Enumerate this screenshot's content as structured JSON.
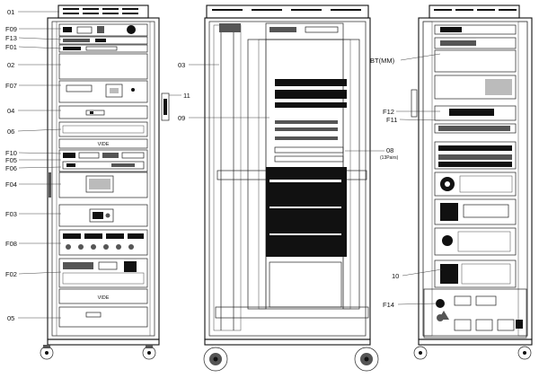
{
  "front_view": {
    "callouts": [
      "01",
      "F09",
      "F13",
      "F01",
      "02",
      "F07",
      "04",
      "06",
      "F10",
      "F05",
      "F06",
      "F04",
      "F03",
      "F08",
      "F02",
      "05"
    ],
    "panel_text_upper": "VIDE",
    "panel_text_lower": "VIDE"
  },
  "side_view": {
    "callouts": [
      "11",
      "03",
      "09",
      "08"
    ],
    "callout_08_note": "(13Pairs)"
  },
  "rear_view": {
    "callouts": [
      "BT(MM)",
      "F12",
      "F11",
      "10",
      "F14"
    ]
  },
  "colors": {
    "line": "#222222",
    "background": "#ffffff"
  }
}
